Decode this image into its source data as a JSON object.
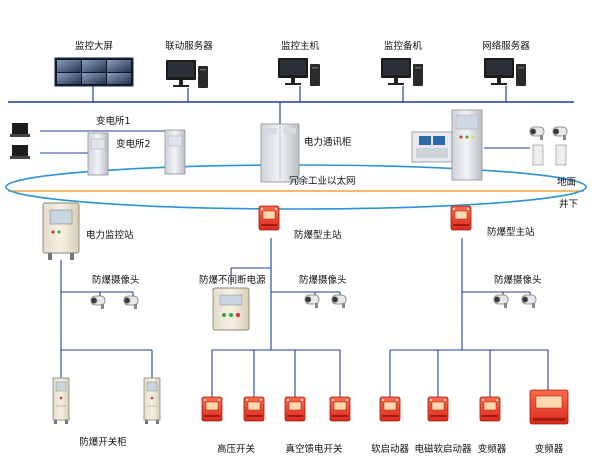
{
  "colors": {
    "bus": "#1f3f9f",
    "ring": "#2e94d8",
    "ground": "#f0a040",
    "explosion_box": "#e23b2a",
    "wire": "#1f3f9f"
  },
  "surface": {
    "video_wall": "监控大屏",
    "linkage_server": "联动服务器",
    "monitor_host": "监控主机",
    "monitor_backup": "监控备机",
    "network_server": "网络服务器",
    "substation1": "变电所1",
    "substation2": "变电所2",
    "power_cabinet": "电力通讯柜",
    "redundant_ethernet": "冗余工业以太网",
    "ground_label": "地面",
    "underground_label": "井下"
  },
  "underground": {
    "power_station": "电力监控站",
    "main_station_1": "防爆型主站",
    "main_station_2": "防爆型主站",
    "camera_1": "防爆摄像头",
    "camera_2": "防爆摄像头",
    "camera_3": "防爆摄像头",
    "ups": "防爆不间断电源",
    "switch_cabinet": "防爆开关柜",
    "hv_switch": "高压开关",
    "vacuum_switch": "真空馈电开关",
    "soft_starter": "软启动器",
    "em_soft_starter": "电磁软启动器",
    "inverter_1": "变频器",
    "inverter_2": "变频器"
  }
}
